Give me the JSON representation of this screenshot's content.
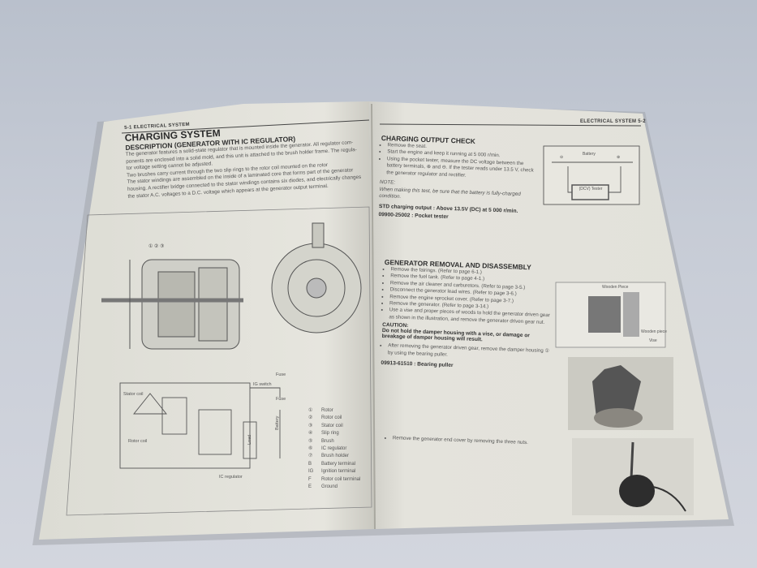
{
  "left_page": {
    "header": "5-1  ELECTRICAL SYSTEM",
    "title": "CHARGING SYSTEM",
    "subtitle": "DESCRIPTION (GENERATOR WITH IC REGULATOR)",
    "description": [
      "The generator features a solid-state regulator that is mounted inside the generator. All regulator com-",
      "ponents are enclosed into a solid mold, and this unit is attached to the brush holder frame. The regula-",
      "tor voltage setting cannot be adjusted.",
      "Two brushes carry current through the two slip rings to the rotor coil mounted on the rotor",
      "The stator windings are assembled on the inside of a laminated core that forms part of the generator",
      "housing. A rectifier bridge connected to the stator windings contains six diodes, and electrically changes",
      "the stator A.C. voltages to a D.C. voltage which appears at the generator output terminal."
    ],
    "diagram_labels": {
      "stator_coil": "Stator coil",
      "rotor_coil": "Rotor coil",
      "ig_switch": "IG switch",
      "fuse": "Fuse",
      "fuse2": "Fuse",
      "battery": "Battery",
      "load": "Load",
      "ic_regulator": "IC regulator"
    },
    "legend": [
      {
        "key": "①",
        "label": "Rotor"
      },
      {
        "key": "②",
        "label": "Rotor coil"
      },
      {
        "key": "③",
        "label": "Stator coil"
      },
      {
        "key": "④",
        "label": "Slip ring"
      },
      {
        "key": "⑤",
        "label": "Brush"
      },
      {
        "key": "⑥",
        "label": "IC regulator"
      },
      {
        "key": "⑦",
        "label": "Brush holder"
      },
      {
        "key": "B",
        "label": "Battery terminal"
      },
      {
        "key": "IG",
        "label": "Ignition terminal"
      },
      {
        "key": "F",
        "label": "Rotor coil terminal"
      },
      {
        "key": "E",
        "label": "Ground"
      }
    ]
  },
  "right_page": {
    "header": "ELECTRICAL SYSTEM  5-2",
    "charging_check": {
      "title": "CHARGING OUTPUT CHECK",
      "steps": [
        "Remove the seat.",
        "Start the engine and keep it running at 5 000 r/min.",
        "Using the pocket tester, measure the DC voltage between the battery terminals, ⊕ and ⊖. If the tester reads under 13.5 V, check the generator regulator and rectifier."
      ],
      "note_label": "NOTE:",
      "note": "When making this test, be sure that the battery is fully-charged condition.",
      "std": "STD charging output : Above 13.5V (DC) at 5 000 r/min.",
      "tool": "09900-25002 : Pocket tester",
      "diagram": {
        "battery": "Battery",
        "tester": "(DCV) Tester",
        "minus": "⊖",
        "plus": "⊕"
      }
    },
    "removal": {
      "title": "GENERATOR REMOVAL AND DISASSEMBLY",
      "steps": [
        "Remove the fairings. (Refer to page 6-1.)",
        "Remove the fuel tank. (Refer to page 4-1.)",
        "Remove the air cleaner and carburetors. (Refer to page 3-5.)",
        "Disconnect the generator lead wires. (Refer to page 3-6.)",
        "Remove the engine sprocket cover. (Refer to page 3-7.)",
        "Remove the generator. (Refer to page 3-14.)",
        "Use a vise and proper pieces of woods to hold the generator driven gear as shown in the illustration, and remove the generator driven gear nut."
      ],
      "caution_label": "CAUTION:",
      "caution": "Do not hold the damper housing with a vise, or damage or breakage of damper housing will result.",
      "after": "After removing the generator driven gear, remove the damper housing ① by using the bearing puller.",
      "tool": "09913-61510 : Bearing puller",
      "end_cover": "Remove the generator end cover by removing the three nuts.",
      "vise_labels": {
        "wooden_piece_top": "Wooden Piece",
        "wooden_piece": "Wooden piece",
        "vise": "Vise"
      }
    }
  }
}
